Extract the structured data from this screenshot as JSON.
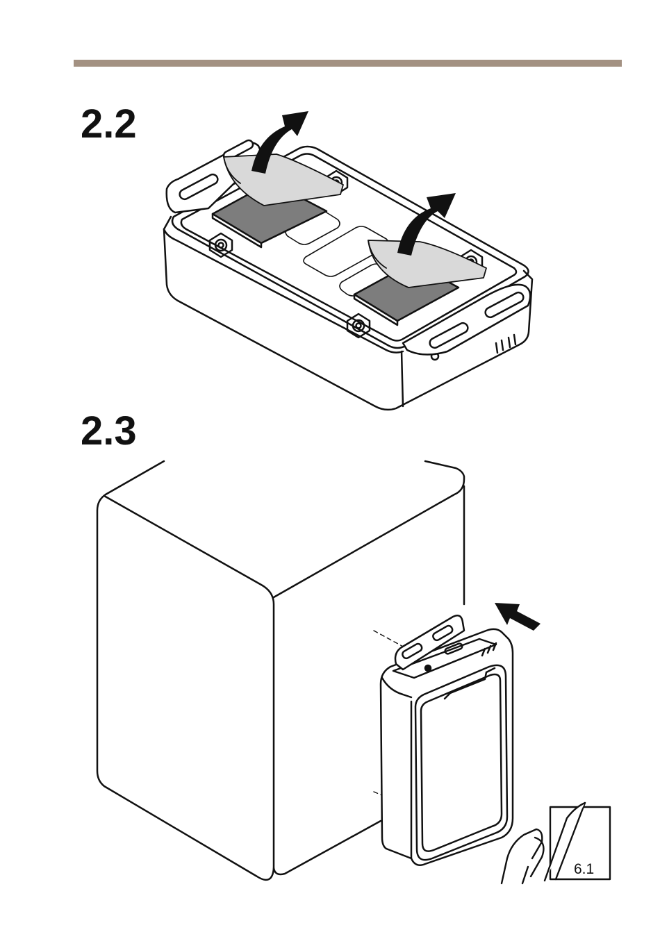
{
  "page": {
    "rule_color": "#a39182",
    "steps": [
      {
        "label": "2.2"
      },
      {
        "label": "2.3"
      }
    ]
  },
  "reference": {
    "label": "6.1",
    "icon": "hand-page-reference-icon"
  },
  "colors": {
    "tape": "#7d7d7d",
    "tape_liner": "#d9d9d9",
    "ink": "#111111"
  }
}
